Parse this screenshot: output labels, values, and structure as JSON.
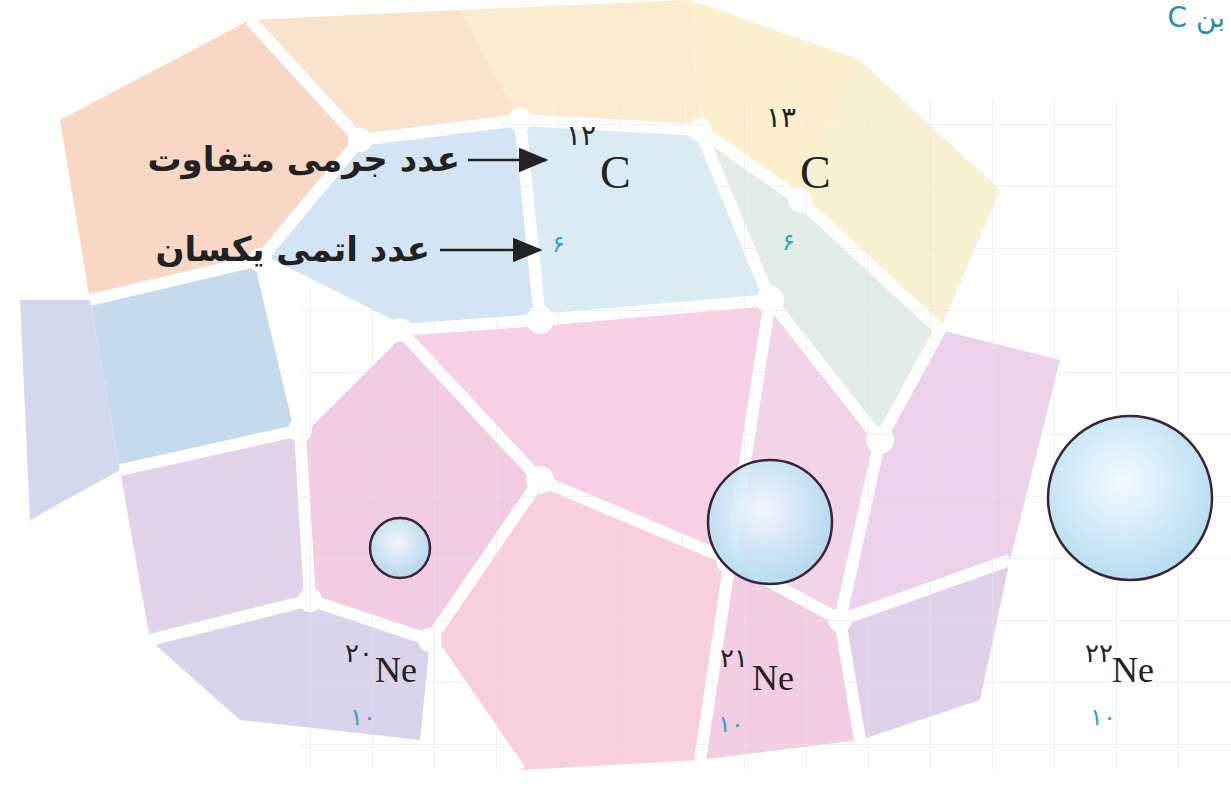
{
  "diagram": {
    "nodes": [
      {
        "text": [
          "۲۰",
          "Ne",
          "۱۰"
        ]
      },
      {
        "text": [
          "۲۱",
          "Ne",
          "۱۰"
        ]
      },
      {
        "text": [
          "۲۲",
          "Ne",
          "۱۰"
        ]
      }
    ],
    "labels": [
      "بن C",
      "عدد جرمی متفاوت",
      "عدد اتمی یکسان",
      "۱۲",
      "C",
      "۶",
      "۱۳",
      "C",
      "۶"
    ]
  }
}
